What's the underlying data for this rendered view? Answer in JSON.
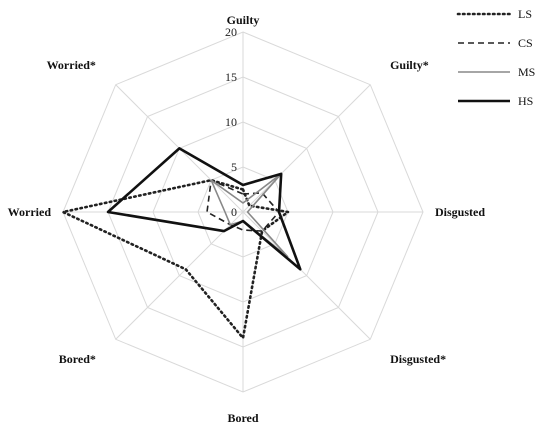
{
  "chart_data": {
    "type": "radar",
    "title": "",
    "axes": [
      "Guilty",
      "Guilty*",
      "Disgusted",
      "Disgusted*",
      "Bored",
      "Bored*",
      "Worried",
      "Worried*"
    ],
    "rlim": [
      0,
      20
    ],
    "ticks": [
      "0",
      "5",
      "10",
      "15",
      "20"
    ],
    "grid": true,
    "legend_position": "top-right",
    "series": [
      {
        "name": "LS",
        "values": [
          2.5,
          1,
          5,
          3,
          14,
          9,
          20,
          5
        ],
        "color": "#222222",
        "style": "dotted"
      },
      {
        "name": "CS",
        "values": [
          2,
          3,
          4,
          3,
          2,
          2,
          4,
          5
        ],
        "color": "#222222",
        "style": "dashed"
      },
      {
        "name": "MS",
        "values": [
          1,
          6,
          0.5,
          7,
          1,
          2,
          2,
          5
        ],
        "color": "#888888",
        "style": "solid"
      },
      {
        "name": "HS",
        "values": [
          3,
          6,
          4,
          9,
          1,
          3,
          15,
          10
        ],
        "color": "#111111",
        "style": "solid-thick"
      }
    ]
  }
}
